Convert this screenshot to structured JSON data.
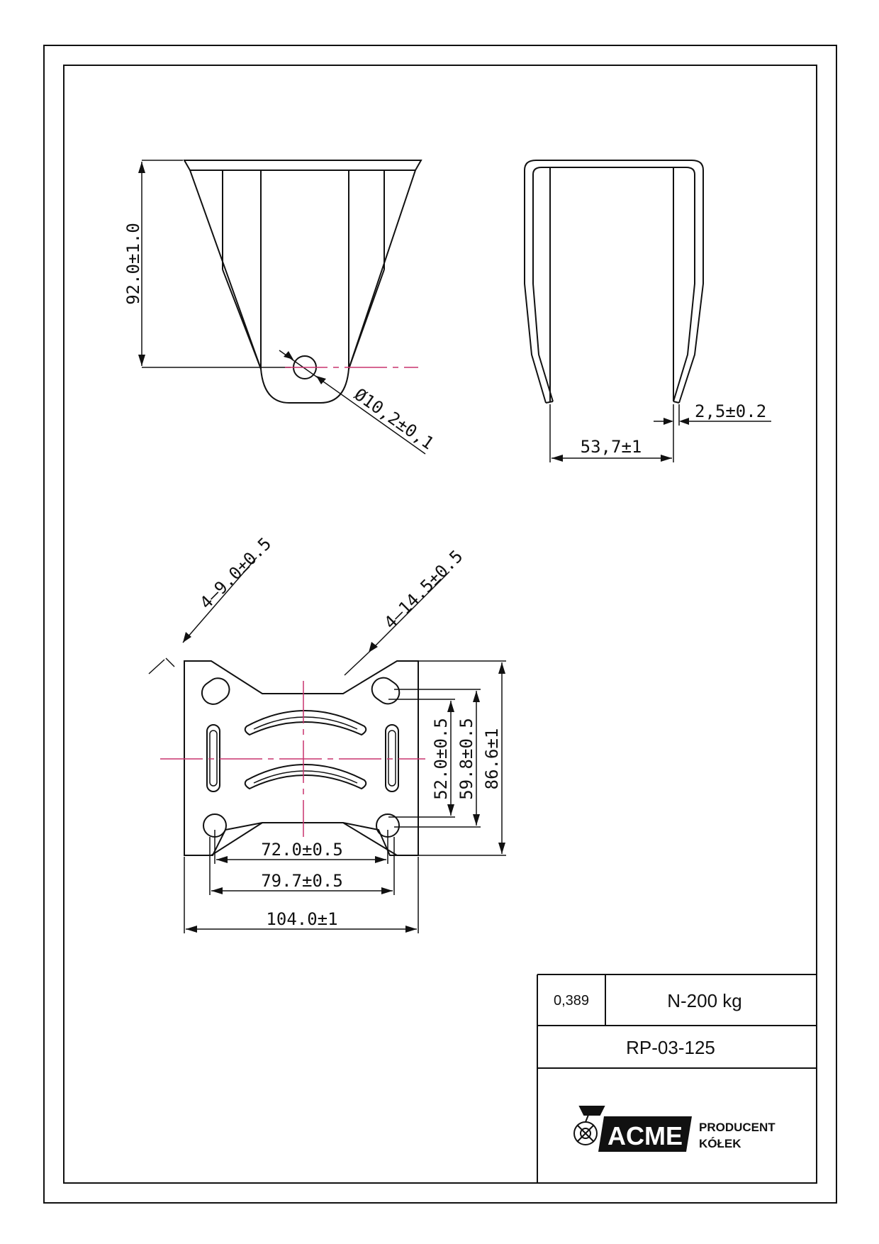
{
  "colors": {
    "line": "#111111",
    "centerline": "#c8336e",
    "paper": "#ffffff"
  },
  "front_view": {
    "height_dim": "92.0±1.0",
    "hole_dim": "Ø10,2±0,1"
  },
  "side_view": {
    "width_dim": "53,7±1",
    "thickness_dim": "2,5±0.2"
  },
  "plate_view": {
    "small_hole_dim": "4–9.0±0.5",
    "large_hole_dim": "4–14.5±0.5",
    "dim_72": "72.0±0.5",
    "dim_79": "79.7±0.5",
    "dim_104": "104.0±1",
    "dim_52": "52.0±0.5",
    "dim_59": "59.8±0.5",
    "dim_86": "86.6±1"
  },
  "title_block": {
    "weight": "0,389",
    "load": "N-200 kg",
    "part_number": "RP-03-125",
    "logo": {
      "brand": "ACME",
      "line1": "PRODUCENT",
      "line2": "KÓŁEK",
      "icon": "caster-wheel-icon"
    }
  }
}
